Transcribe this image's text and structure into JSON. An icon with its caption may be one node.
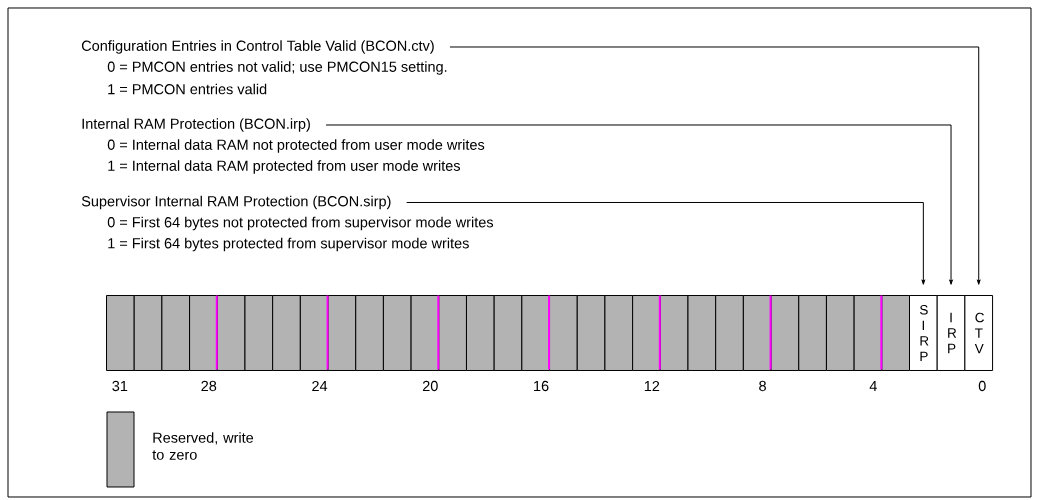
{
  "diagram": {
    "nodes": [
      {
        "text": [
          "Configuration Entries in Control Table Valid (BCON.ctv)",
          "0 = PMCON entries not valid; use PMCON15 setting.",
          "1 = PMCON entries valid"
        ]
      },
      {
        "text": [
          "Internal RAM Protection (BCON.irp)",
          "0 = Internal data RAM not protected from user mode writes",
          "1 = Internal data RAM protected from user mode writes"
        ]
      },
      {
        "text": [
          "Supervisor Internal RAM Protection (BCON.sirp)",
          "0 = First 64 bytes not protected from supervisor mode writes",
          "1 = First 64 bytes protected from supervisor mode writes"
        ]
      },
      {
        "text": [],
        "shape": "box"
      },
      {
        "text": [],
        "shape": "box"
      },
      {
        "text": [],
        "shape": "box"
      },
      {
        "text": [],
        "shape": "box"
      },
      {
        "text": [],
        "shape": "box"
      },
      {
        "text": [],
        "shape": "box"
      },
      {
        "text": [],
        "shape": "box"
      },
      {
        "text": [],
        "shape": "box"
      },
      {
        "text": [],
        "shape": "box"
      },
      {
        "text": [],
        "shape": "box"
      },
      {
        "text": [],
        "shape": "box"
      },
      {
        "text": [],
        "shape": "box"
      },
      {
        "text": [],
        "shape": "box"
      },
      {
        "text": [],
        "shape": "box"
      },
      {
        "text": [],
        "shape": "box"
      },
      {
        "text": [],
        "shape": "box"
      },
      {
        "text": [],
        "shape": "box"
      },
      {
        "text": [],
        "shape": "box"
      },
      {
        "text": [],
        "shape": "box"
      },
      {
        "text": [],
        "shape": "box"
      },
      {
        "text": [],
        "shape": "box"
      },
      {
        "text": [],
        "shape": "box"
      },
      {
        "text": [],
        "shape": "box"
      },
      {
        "text": [],
        "shape": "box"
      },
      {
        "text": [],
        "shape": "box"
      },
      {
        "text": [],
        "shape": "box"
      },
      {
        "text": [],
        "shape": "box"
      },
      {
        "text": [],
        "shape": "box"
      },
      {
        "text": [],
        "shape": "box"
      },
      {
        "text": [
          "S I R P"
        ]
      },
      {
        "text": [
          "I R P"
        ]
      },
      {
        "text": [
          "C T V"
        ]
      }
    ],
    "edges": [
      {
        "from": 0,
        "to": 34,
        "arrow": "to"
      },
      {
        "from": 1,
        "to": 33,
        "arrow": "to"
      },
      {
        "from": 2,
        "to": 32,
        "arrow": "to"
      }
    ],
    "labels": [
      "31",
      "28",
      "24",
      "20",
      "16",
      "12",
      "8",
      "4",
      "0"
    ],
    "legend": [
      {
        "text": "Reserved, write to zero",
        "color": "#b3b3b3"
      }
    ]
  }
}
